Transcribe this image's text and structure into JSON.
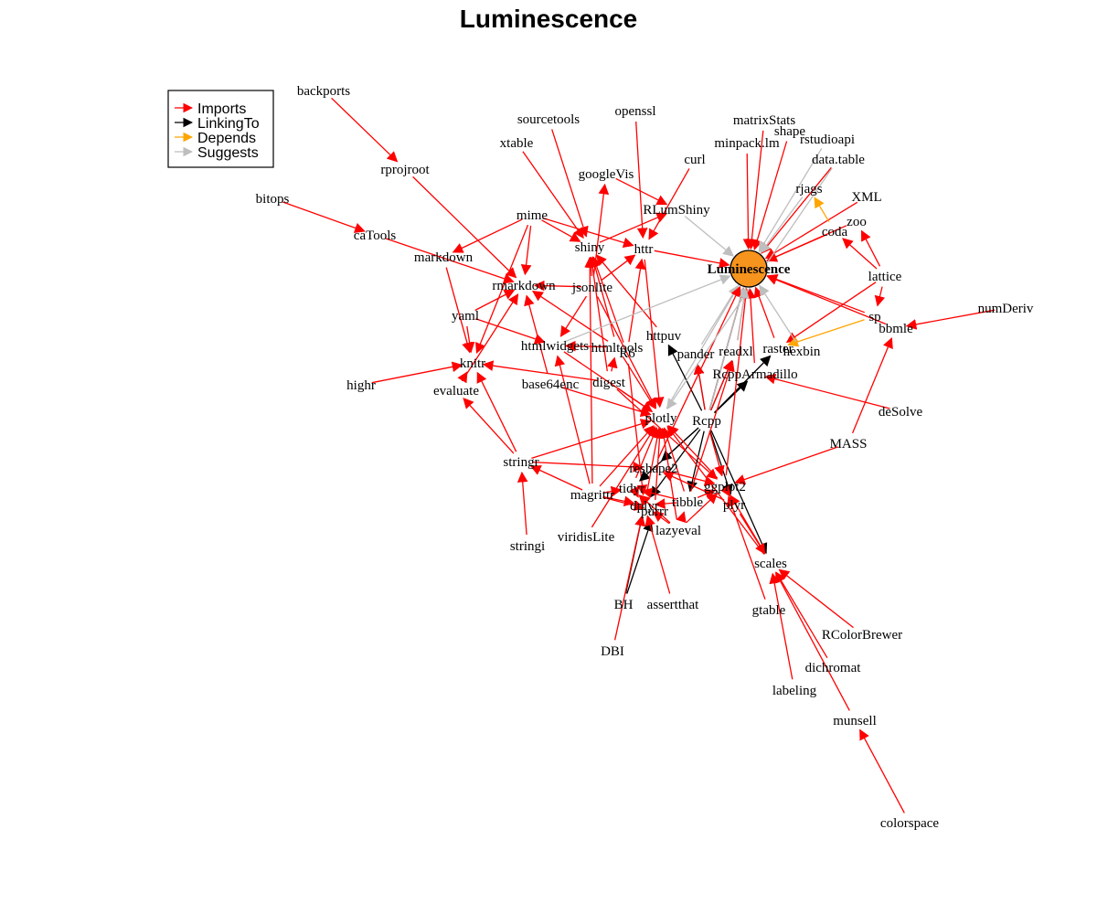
{
  "title": "Luminescence",
  "legend": [
    {
      "label": "Imports",
      "color": "#ff0000"
    },
    {
      "label": "LinkingTo",
      "color": "#000000"
    },
    {
      "label": "Depends",
      "color": "#ffa500"
    },
    {
      "label": "Suggests",
      "color": "#bebebe"
    }
  ],
  "colors": {
    "Imports": "#ff0000",
    "LinkingTo": "#000000",
    "Depends": "#ffa500",
    "Suggests": "#bebebe",
    "center_fill": "#f7941d"
  },
  "center": "Luminescence",
  "nodes": [
    "Luminescence",
    "backports",
    "rprojroot",
    "bitops",
    "caTools",
    "markdown",
    "rmarkdown",
    "yaml",
    "knitr",
    "highr",
    "evaluate",
    "mime",
    "shiny",
    "httr",
    "sourcetools",
    "xtable",
    "openssl",
    "googleVis",
    "curl",
    "RLumShiny",
    "jsonlite",
    "htmlwidgets",
    "htmltools",
    "R6",
    "httpuv",
    "base64enc",
    "digest",
    "pander",
    "readxl",
    "plotly",
    "Rcpp",
    "raster",
    "hexbin",
    "RcppArmadillo",
    "minpack.lm",
    "matrixStats",
    "shape",
    "rstudioapi",
    "data.table",
    "rjags",
    "XML",
    "zoo",
    "coda",
    "lattice",
    "sp",
    "bbmle",
    "numDeriv",
    "deSolve",
    "MASS",
    "stringr",
    "stringi",
    "magrittr",
    "viridisLite",
    "reshape2",
    "tidyr",
    "tibble",
    "dplyr",
    "purrr",
    "lazyeval",
    "ggplot2",
    "plyr",
    "scales",
    "BH",
    "assertthat",
    "DBI",
    "gtable",
    "RColorBrewer",
    "dichromat",
    "labeling",
    "munsell",
    "colorspace"
  ],
  "edges": [
    [
      "backports",
      "rprojroot",
      "Imports"
    ],
    [
      "rprojroot",
      "rmarkdown",
      "Imports"
    ],
    [
      "bitops",
      "caTools",
      "Imports"
    ],
    [
      "caTools",
      "rmarkdown",
      "Imports"
    ],
    [
      "markdown",
      "knitr",
      "Imports"
    ],
    [
      "mime",
      "markdown",
      "Imports"
    ],
    [
      "mime",
      "shiny",
      "Imports"
    ],
    [
      "mime",
      "httr",
      "Imports"
    ],
    [
      "mime",
      "rmarkdown",
      "Imports"
    ],
    [
      "mime",
      "knitr",
      "Imports"
    ],
    [
      "yaml",
      "knitr",
      "Imports"
    ],
    [
      "yaml",
      "rmarkdown",
      "Imports"
    ],
    [
      "yaml",
      "htmlwidgets",
      "Imports"
    ],
    [
      "highr",
      "knitr",
      "Imports"
    ],
    [
      "evaluate",
      "knitr",
      "Imports"
    ],
    [
      "evaluate",
      "rmarkdown",
      "Imports"
    ],
    [
      "stringr",
      "knitr",
      "Imports"
    ],
    [
      "stringr",
      "evaluate",
      "Imports"
    ],
    [
      "stringr",
      "plotly",
      "Imports"
    ],
    [
      "stringi",
      "stringr",
      "Imports"
    ],
    [
      "magrittr",
      "stringr",
      "Imports"
    ],
    [
      "magrittr",
      "htmlwidgets",
      "Imports"
    ],
    [
      "magrittr",
      "shiny",
      "Imports"
    ],
    [
      "sourcetools",
      "shiny",
      "Imports"
    ],
    [
      "xtable",
      "shiny",
      "Imports"
    ],
    [
      "openssl",
      "httr",
      "Imports"
    ],
    [
      "curl",
      "httr",
      "Imports"
    ],
    [
      "googleVis",
      "RLumShiny",
      "Imports"
    ],
    [
      "jsonlite",
      "shiny",
      "Imports"
    ],
    [
      "jsonlite",
      "httr",
      "Imports"
    ],
    [
      "jsonlite",
      "htmlwidgets",
      "Imports"
    ],
    [
      "jsonlite",
      "plotly",
      "Imports"
    ],
    [
      "jsonlite",
      "googleVis",
      "Imports"
    ],
    [
      "jsonlite",
      "rmarkdown",
      "Imports"
    ],
    [
      "htmltools",
      "shiny",
      "Imports"
    ],
    [
      "htmltools",
      "htmlwidgets",
      "Imports"
    ],
    [
      "htmltools",
      "rmarkdown",
      "Imports"
    ],
    [
      "htmltools",
      "plotly",
      "Imports"
    ],
    [
      "R6",
      "shiny",
      "Imports"
    ],
    [
      "R6",
      "httr",
      "Imports"
    ],
    [
      "R6",
      "dplyr",
      "Imports"
    ],
    [
      "httpuv",
      "shiny",
      "Imports"
    ],
    [
      "base64enc",
      "rmarkdown",
      "Imports"
    ],
    [
      "base64enc",
      "plotly",
      "Imports"
    ],
    [
      "digest",
      "shiny",
      "Imports"
    ],
    [
      "digest",
      "knitr",
      "Imports"
    ],
    [
      "digest",
      "ggplot2",
      "Imports"
    ],
    [
      "digest",
      "plotly",
      "Imports"
    ],
    [
      "httr",
      "Luminescence",
      "Imports"
    ],
    [
      "httr",
      "plotly",
      "Imports"
    ],
    [
      "shiny",
      "RLumShiny",
      "Imports"
    ],
    [
      "RLumShiny",
      "Luminescence",
      "Suggests"
    ],
    [
      "htmlwidgets",
      "plotly",
      "Imports"
    ],
    [
      "htmlwidgets",
      "Luminescence",
      "Suggests"
    ],
    [
      "minpack.lm",
      "Luminescence",
      "Imports"
    ],
    [
      "matrixStats",
      "Luminescence",
      "Imports"
    ],
    [
      "shape",
      "Luminescence",
      "Imports"
    ],
    [
      "rstudioapi",
      "Luminescence",
      "Suggests"
    ],
    [
      "data.table",
      "Luminescence",
      "Imports"
    ],
    [
      "rjags",
      "Luminescence",
      "Suggests"
    ],
    [
      "XML",
      "Luminescence",
      "Imports"
    ],
    [
      "coda",
      "Luminescence",
      "Imports"
    ],
    [
      "coda",
      "rjags",
      "Depends"
    ],
    [
      "lattice",
      "coda",
      "Imports"
    ],
    [
      "lattice",
      "zoo",
      "Imports"
    ],
    [
      "lattice",
      "sp",
      "Imports"
    ],
    [
      "lattice",
      "raster",
      "Imports"
    ],
    [
      "zoo",
      "Luminescence",
      "Imports"
    ],
    [
      "sp",
      "Luminescence",
      "Imports"
    ],
    [
      "sp",
      "raster",
      "Depends"
    ],
    [
      "bbmle",
      "Luminescence",
      "Imports"
    ],
    [
      "numDeriv",
      "bbmle",
      "Imports"
    ],
    [
      "MASS",
      "bbmle",
      "Imports"
    ],
    [
      "MASS",
      "ggplot2",
      "Imports"
    ],
    [
      "deSolve",
      "RcppArmadillo",
      "Imports"
    ],
    [
      "plotly",
      "Luminescence",
      "Suggests"
    ],
    [
      "pander",
      "Luminescence",
      "Suggests"
    ],
    [
      "readxl",
      "Luminescence",
      "Imports"
    ],
    [
      "raster",
      "Luminescence",
      "Imports"
    ],
    [
      "hexbin",
      "Luminescence",
      "Suggests"
    ],
    [
      "RcppArmadillo",
      "Luminescence",
      "Imports"
    ],
    [
      "Rcpp",
      "Luminescence",
      "Imports"
    ],
    [
      "Rcpp",
      "Luminescence",
      "LinkingTo"
    ],
    [
      "Rcpp",
      "raster",
      "LinkingTo"
    ],
    [
      "Rcpp",
      "readxl",
      "LinkingTo"
    ],
    [
      "Rcpp",
      "RcppArmadillo",
      "LinkingTo"
    ],
    [
      "Rcpp",
      "pander",
      "LinkingTo"
    ],
    [
      "Rcpp",
      "httpuv",
      "LinkingTo"
    ],
    [
      "Rcpp",
      "plyr",
      "LinkingTo"
    ],
    [
      "Rcpp",
      "dplyr",
      "LinkingTo"
    ],
    [
      "Rcpp",
      "reshape2",
      "LinkingTo"
    ],
    [
      "Rcpp",
      "tibble",
      "LinkingTo"
    ],
    [
      "Rcpp",
      "tidyr",
      "LinkingTo"
    ],
    [
      "Rcpp",
      "scales",
      "LinkingTo"
    ],
    [
      "Rcpp",
      "readxl",
      "Imports"
    ],
    [
      "Rcpp",
      "pander",
      "Imports"
    ],
    [
      "Rcpp",
      "ggplot2",
      "Imports"
    ],
    [
      "Rcpp",
      "Luminescence",
      "Suggests"
    ],
    [
      "tibble",
      "readxl",
      "Imports"
    ],
    [
      "tibble",
      "tidyr",
      "Imports"
    ],
    [
      "tibble",
      "dplyr",
      "Imports"
    ],
    [
      "tibble",
      "ggplot2",
      "Imports"
    ],
    [
      "tibble",
      "plotly",
      "Imports"
    ],
    [
      "reshape2",
      "ggplot2",
      "Imports"
    ],
    [
      "reshape2",
      "Luminescence",
      "Imports"
    ],
    [
      "plyr",
      "reshape2",
      "Imports"
    ],
    [
      "plyr",
      "ggplot2",
      "Imports"
    ],
    [
      "plyr",
      "scales",
      "Imports"
    ],
    [
      "tidyr",
      "plotly",
      "Imports"
    ],
    [
      "dplyr",
      "plotly",
      "Imports"
    ],
    [
      "dplyr",
      "tidyr",
      "Imports"
    ],
    [
      "purrr",
      "plotly",
      "Imports"
    ],
    [
      "purrr",
      "tidyr",
      "Imports"
    ],
    [
      "lazyeval",
      "dplyr",
      "Imports"
    ],
    [
      "lazyeval",
      "tidyr",
      "Imports"
    ],
    [
      "lazyeval",
      "ggplot2",
      "Imports"
    ],
    [
      "lazyeval",
      "plotly",
      "Imports"
    ],
    [
      "lazyeval",
      "tibble",
      "Imports"
    ],
    [
      "magrittr",
      "dplyr",
      "Imports"
    ],
    [
      "magrittr",
      "tidyr",
      "Imports"
    ],
    [
      "magrittr",
      "purrr",
      "Imports"
    ],
    [
      "magrittr",
      "plotly",
      "Imports"
    ],
    [
      "viridisLite",
      "plotly",
      "Imports"
    ],
    [
      "BH",
      "dplyr",
      "LinkingTo"
    ],
    [
      "BH",
      "purrr",
      "LinkingTo"
    ],
    [
      "assertthat",
      "dplyr",
      "Imports"
    ],
    [
      "DBI",
      "dplyr",
      "Imports"
    ],
    [
      "ggplot2",
      "plotly",
      "Imports"
    ],
    [
      "ggplot2",
      "Luminescence",
      "Imports"
    ],
    [
      "gtable",
      "ggplot2",
      "Imports"
    ],
    [
      "scales",
      "ggplot2",
      "Imports"
    ],
    [
      "scales",
      "plotly",
      "Imports"
    ],
    [
      "RColorBrewer",
      "scales",
      "Imports"
    ],
    [
      "dichromat",
      "scales",
      "Imports"
    ],
    [
      "labeling",
      "scales",
      "Imports"
    ],
    [
      "munsell",
      "scales",
      "Imports"
    ],
    [
      "colorspace",
      "munsell",
      "Imports"
    ],
    [
      "stringr",
      "reshape2",
      "Imports"
    ],
    [
      "digest",
      "htmltools",
      "Imports"
    ],
    [
      "readxl",
      "Luminescence",
      "Suggests"
    ],
    [
      "data.table",
      "plotly",
      "Suggests"
    ]
  ]
}
